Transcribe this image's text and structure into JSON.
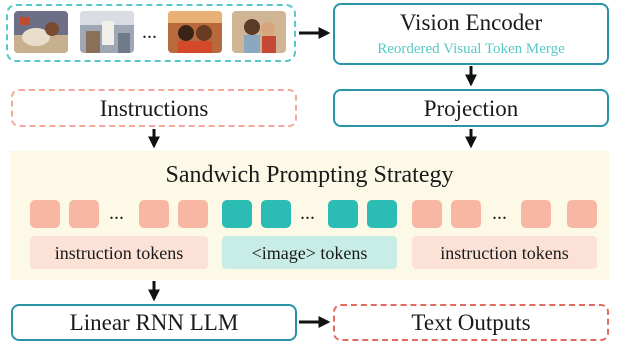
{
  "vision_encoder": {
    "title": "Vision Encoder",
    "subtitle": "Reordered Visual Token Merge"
  },
  "projection": {
    "label": "Projection"
  },
  "instructions": {
    "label": "Instructions"
  },
  "sandwich": {
    "title": "Sandwich Prompting Strategy",
    "ellipsis": "...",
    "labels": {
      "instruction_left": "instruction tokens",
      "image": "<image> tokens",
      "instruction_right": "instruction tokens"
    }
  },
  "llm": {
    "label": "Linear RNN LLM"
  },
  "outputs": {
    "label": "Text Outputs"
  },
  "video_frames": {
    "ellipsis": "..."
  },
  "colors": {
    "teal_border": "#2a93a8",
    "teal_dashed": "#56c9c6",
    "pink_token": "#f7b7a2",
    "teal_token": "#2bbcb3",
    "red_dashed": "#e36a5e",
    "panel_bg": "#fcf9e7"
  }
}
